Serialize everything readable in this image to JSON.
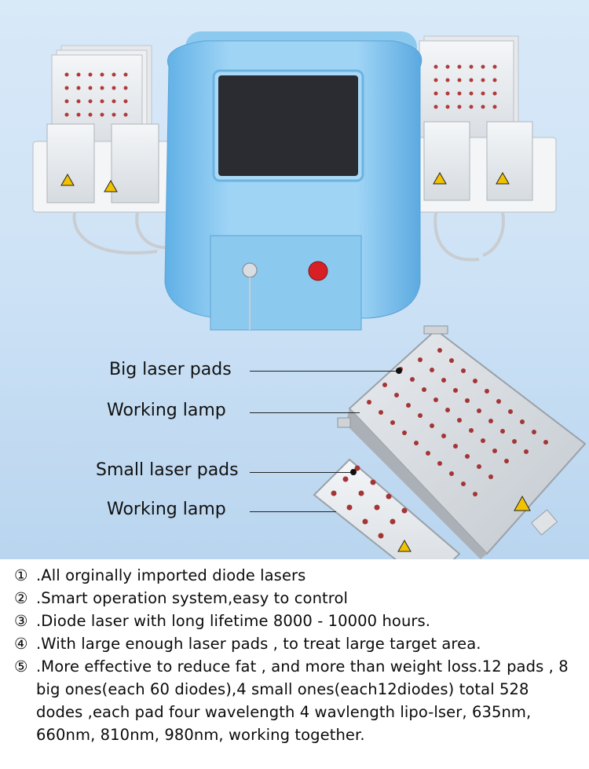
{
  "callouts": {
    "big_pads": "Big laser pads",
    "working_lamp_1": "Working lamp",
    "small_pads": "Small laser pads",
    "working_lamp_2": "Working lamp"
  },
  "features": [
    {
      "num": "①",
      "text": ".All orginally imported diode lasers"
    },
    {
      "num": "②",
      "text": ".Smart operation system,easy to control"
    },
    {
      "num": "③",
      "text": ".Diode laser with long lifetime 8000 - 10000 hours."
    },
    {
      "num": "④",
      "text": ".With large enough laser pads , to treat large target area."
    },
    {
      "num": "⑤",
      "text": ".More effective to reduce fat , and more than weight loss.12 pads , 8 big ones(each 60 diodes),4 small ones(each12diodes) total 528 dodes ,each pad four wavelength 4 wavlength lipo-lser, 635nm, 660nm, 810nm, 980nm, working together."
    }
  ],
  "colors": {
    "machine_body": "#7fc1ec",
    "background": "#cfe3f6",
    "pad": "#e9ecef",
    "emergency_button": "#d81f26"
  }
}
